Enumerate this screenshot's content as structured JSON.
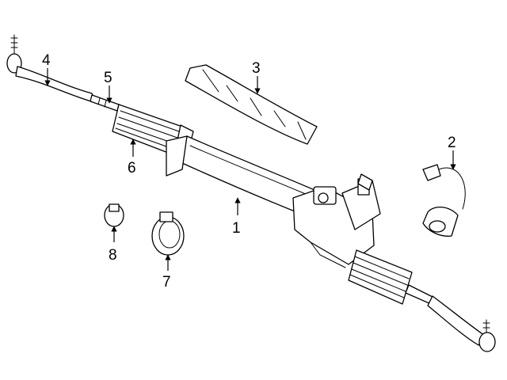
{
  "callouts": [
    {
      "id": "1",
      "label": "1"
    },
    {
      "id": "2",
      "label": "2"
    },
    {
      "id": "3",
      "label": "3"
    },
    {
      "id": "4",
      "label": "4"
    },
    {
      "id": "5",
      "label": "5"
    },
    {
      "id": "6",
      "label": "6"
    },
    {
      "id": "7",
      "label": "7"
    },
    {
      "id": "8",
      "label": "8"
    }
  ],
  "colors": {
    "line": "#000000",
    "background": "#ffffff"
  }
}
